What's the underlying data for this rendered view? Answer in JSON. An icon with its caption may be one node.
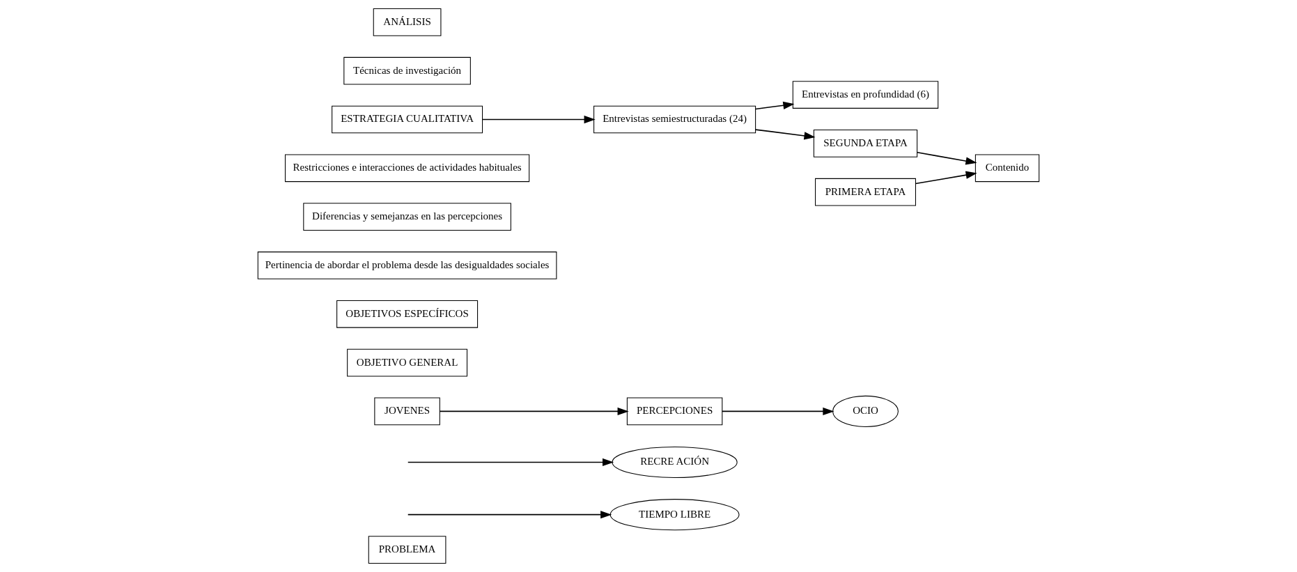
{
  "diagram": {
    "nodes": [
      {
        "text": [
          "PROBLEMA"
        ]
      },
      {
        "text": [
          "TIEMPO LIBRE"
        ]
      },
      {
        "text": [
          "RECRE ACIÓN"
        ]
      },
      {
        "text": [
          "OCIO"
        ]
      },
      {
        "text": [
          "OBJETIVO GENERAL"
        ]
      },
      {
        "text": [
          "PERCEPCIONES"
        ]
      },
      {
        "text": [
          "JOVENES"
        ]
      },
      {
        "text": [
          "OBJETIVOS ESPECÍFICOS"
        ]
      },
      {
        "text": [
          "Pertinencia de abordar el problema desde las desigualdades sociales"
        ]
      },
      {
        "text": [
          "Diferencias y semejanzas en las percepciones"
        ]
      },
      {
        "text": [
          "Restricciones e interacciones de actividades habituales"
        ]
      },
      {
        "text": [
          "ESTRATEGIA CUALITATIVA"
        ]
      },
      {
        "text": [
          "Técnicas de investigación"
        ]
      },
      {
        "text": [
          "Entrevistas semiestructuradas (24)"
        ]
      },
      {
        "text": [
          "Entrevistas en profundidad (6)"
        ]
      },
      {
        "text": [
          "PRIMERA ETAPA"
        ]
      },
      {
        "text": [
          "SEGUNDA ETAPA"
        ]
      },
      {
        "text": [
          "ANÁLISIS"
        ]
      },
      {
        "text": [
          "Contenido"
        ]
      }
    ],
    "edges": [
      {
        "from": 5,
        "to": 3,
        "arrow": "to"
      },
      {
        "from": 6,
        "to": 5,
        "arrow": "to"
      },
      {
        "from": null,
        "to": 1,
        "arrow": "to"
      },
      {
        "from": null,
        "to": 2,
        "arrow": "to"
      },
      {
        "from": 11,
        "to": 13,
        "arrow": "to"
      },
      {
        "from": 13,
        "to": 14,
        "arrow": "to"
      },
      {
        "from": 13,
        "to": 16,
        "arrow": "to"
      },
      {
        "from": 15,
        "to": 18,
        "arrow": "to"
      },
      {
        "from": 16,
        "to": 18,
        "arrow": "to"
      }
    ]
  }
}
